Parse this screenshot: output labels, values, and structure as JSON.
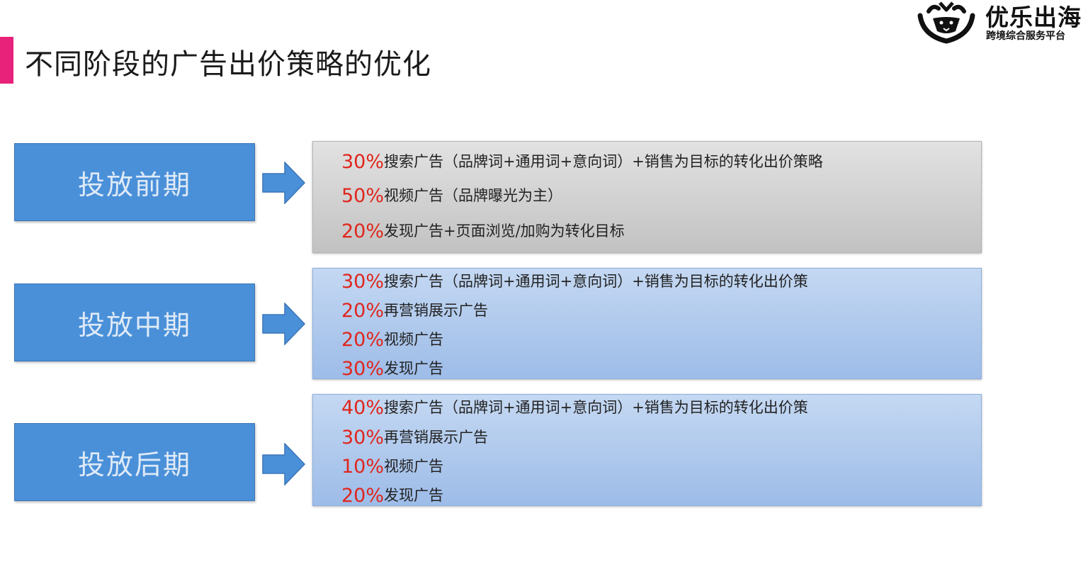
{
  "page": {
    "title": "不同阶段的广告出价策略的优化"
  },
  "logo": {
    "name": "优乐出海",
    "tagline": "跨境综合服务平台"
  },
  "colors": {
    "accent": "#e8217a",
    "stage_box": "#4a90d9",
    "percent_text": "#e0261d"
  },
  "stages": [
    {
      "label": "投放前期",
      "items": [
        {
          "percent": "30%",
          "text": "搜索广告（品牌词+通用词+意向词）+销售为目标的转化出价策略"
        },
        {
          "percent": "50%",
          "text": "视频广告（品牌曝光为主）"
        },
        {
          "percent": "20%",
          "text": "发现广告+页面浏览/加购为转化目标"
        }
      ]
    },
    {
      "label": "投放中期",
      "items": [
        {
          "percent": "30%",
          "text": "搜索广告（品牌词+通用词+意向词）+销售为目标的转化出价策"
        },
        {
          "percent": "20%",
          "text": "再营销展示广告"
        },
        {
          "percent": "20%",
          "text": "视频广告"
        },
        {
          "percent": "30%",
          "text": "发现广告"
        }
      ]
    },
    {
      "label": "投放后期",
      "items": [
        {
          "percent": "40%",
          "text": "搜索广告（品牌词+通用词+意向词）+销售为目标的转化出价策"
        },
        {
          "percent": "30%",
          "text": "再营销展示广告"
        },
        {
          "percent": "10%",
          "text": "视频广告"
        },
        {
          "percent": "20%",
          "text": "发现广告"
        }
      ]
    }
  ]
}
